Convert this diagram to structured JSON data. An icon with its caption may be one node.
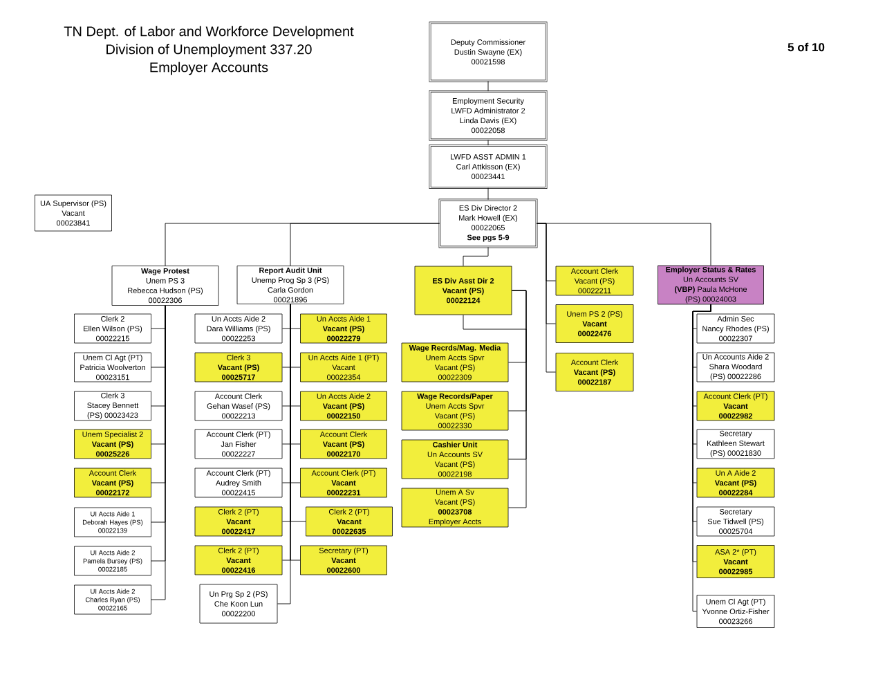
{
  "diagram": {
    "title": "TN Dept. of Labor and Workforce Development",
    "nodes": [
      {
        "text": [
          "Deputy Commissioner",
          "Dustin Swayne (EX)",
          "00021598"
        ]
      },
      {
        "text": [
          "Employment Security",
          "LWFD Administrator 2",
          "Linda Davis (EX)",
          "00022058"
        ]
      },
      {
        "text": [
          "LWFD ASST ADMIN 1",
          "Carl Attkisson (EX)",
          "00023441"
        ]
      },
      {
        "text": [
          "ES Div Director 2",
          "Mark Howell (EX)",
          "00022065",
          "See pgs 5-9"
        ]
      },
      {
        "text": [
          "UA Supervisor (PS)",
          "Vacant",
          "00023841"
        ]
      },
      {
        "text": [
          "Wage Protest",
          "Unem PS 3",
          "Rebecca Hudson (PS)",
          "00022306"
        ]
      },
      {
        "text": [
          "Report Audit Unit",
          "Unemp Prog Sp 3 (PS)",
          "Carla Gordon",
          "00021896"
        ]
      },
      {
        "text": [
          "ES Div Asst Dir 2",
          "Vacant (PS)",
          "00022124"
        ]
      },
      {
        "text": [
          "Account Clerk",
          "Vacant (PS)",
          "00022211"
        ]
      },
      {
        "text": [
          "Unem PS 2 (PS)",
          "Vacant",
          "00022476"
        ]
      },
      {
        "text": [
          "Account Clerk",
          "Vacant (PS)",
          "00022187"
        ]
      },
      {
        "text": [
          "Employer Status & Rates",
          "Un Accounts SV",
          "**(VBP)** Paula McHone",
          "(PS) 00024003"
        ]
      },
      {
        "text": [
          "Clerk 2",
          "Ellen Wilson (PS)",
          "00022215"
        ]
      },
      {
        "text": [
          "Unem Cl Agt (PT)",
          "Patricia Woolverton",
          "00023151"
        ]
      },
      {
        "text": [
          "Clerk 3",
          "Stacey Bennett",
          "(PS) 00023423"
        ]
      },
      {
        "text": [
          "Unem Specialist 2",
          "Vacant (PS)",
          "00025226"
        ]
      },
      {
        "text": [
          "Account Clerk",
          "Vacant (PS)",
          "00022172"
        ]
      },
      {
        "text": [
          "UI Accts Aide 1",
          "Deborah Hayes (PS)",
          "00022139"
        ]
      },
      {
        "text": [
          "UI Accts Aide 2",
          "Pamela Bursey (PS)",
          "00022185"
        ]
      },
      {
        "text": [
          "UI Accts Aide 2",
          "Charles Ryan (PS)",
          "00022165"
        ]
      },
      {
        "text": [
          "Un Accts Aide 2",
          "Dara Williams (PS)",
          "00022253"
        ]
      },
      {
        "text": [
          "Un Accts Aide 1",
          "Vacant (PS)",
          "00022279"
        ]
      },
      {
        "text": [
          "Clerk 3",
          "Vacant (PS)",
          "00025717"
        ]
      },
      {
        "text": [
          "Un Accts Aide 1 (PT)",
          "Vacant",
          "00022354"
        ]
      },
      {
        "text": [
          "Account Clerk",
          "Gehan Wasef (PS)",
          "00022213"
        ]
      },
      {
        "text": [
          "Un Accts Aide 2",
          "Vacant (PS)",
          "00022150"
        ]
      },
      {
        "text": [
          "Account Clerk (PT)",
          "Jan Fisher",
          "00022227"
        ]
      },
      {
        "text": [
          "Account Clerk",
          "Vacant (PS)",
          "00022170"
        ]
      },
      {
        "text": [
          "Account Clerk (PT)",
          "Audrey Smith",
          "00022415"
        ]
      },
      {
        "text": [
          "Account Clerk (PT)",
          "Vacant",
          "00022231"
        ]
      },
      {
        "text": [
          "Clerk 2 (PT)",
          "Vacant",
          "00022417"
        ]
      },
      {
        "text": [
          "Clerk 2 (PT)",
          "Vacant",
          "00022635"
        ]
      },
      {
        "text": [
          "Clerk 2 (PT)",
          "Vacant",
          "00022416"
        ]
      },
      {
        "text": [
          "Secretary (PT)",
          "Vacant",
          "00022600"
        ]
      },
      {
        "text": [
          "Un Prg Sp 2 (PS)",
          "Che Koon Lun",
          "00022200"
        ]
      },
      {
        "text": [
          "Wage Recrds/Mag. Media",
          "Unem Accts Spvr",
          "Vacant (PS)",
          "00022309"
        ]
      },
      {
        "text": [
          "Wage Records/Paper",
          "Unem Accts Spvr",
          "Vacant (PS)",
          "00022330"
        ]
      },
      {
        "text": [
          "Cashier Unit",
          "Un Accounts SV",
          "Vacant (PS)",
          "00022198"
        ]
      },
      {
        "text": [
          "Unem A Sv",
          "Vacant (PS)",
          "00023708",
          "Employer Accts"
        ]
      },
      {
        "text": [
          "Admin Sec",
          "Nancy Rhodes (PS)",
          "00022307"
        ]
      },
      {
        "text": [
          "Un Accounts Aide 2",
          "Shara Woodard",
          "(PS) 00022286"
        ]
      },
      {
        "text": [
          "Account Clerk (PT)",
          "Vacant",
          "00022982"
        ]
      },
      {
        "text": [
          "Secretary",
          "Kathleen Stewart",
          "(PS) 00021830"
        ]
      },
      {
        "text": [
          "Un A Aide 2",
          "Vacant (PS)",
          "00022284"
        ]
      },
      {
        "text": [
          "Secretary",
          "Sue Tidwell (PS)",
          "00025704"
        ]
      },
      {
        "text": [
          "ASA 2* (PT)",
          "Vacant",
          "00022985"
        ]
      },
      {
        "text": [
          "Unem Cl Agt (PT)",
          "Yvonne Ortiz-Fisher",
          "00023266"
        ]
      }
    ],
    "edges": [
      {
        "from": 0,
        "to": 1,
        "arrow": "none"
      },
      {
        "from": 1,
        "to": 2,
        "arrow": "none"
      },
      {
        "from": 2,
        "to": 3,
        "arrow": "none"
      },
      {
        "from": 3,
        "to": 5,
        "arrow": "none"
      },
      {
        "from": 3,
        "to": 6,
        "arrow": "none"
      },
      {
        "from": 3,
        "to": 7,
        "arrow": "none"
      },
      {
        "from": 3,
        "to": 8,
        "arrow": "none"
      },
      {
        "from": 3,
        "to": 9,
        "arrow": "none"
      },
      {
        "from": 3,
        "to": 10,
        "arrow": "none"
      },
      {
        "from": 3,
        "to": 11,
        "arrow": "none"
      },
      {
        "from": 5,
        "to": 12,
        "arrow": "none"
      },
      {
        "from": 5,
        "to": 13,
        "arrow": "none"
      },
      {
        "from": 5,
        "to": 14,
        "arrow": "none"
      },
      {
        "from": 5,
        "to": 15,
        "arrow": "none"
      },
      {
        "from": 5,
        "to": 16,
        "arrow": "none"
      },
      {
        "from": 5,
        "to": 17,
        "arrow": "none"
      },
      {
        "from": 5,
        "to": 18,
        "arrow": "none"
      },
      {
        "from": 5,
        "to": 19,
        "arrow": "none"
      },
      {
        "from": 6,
        "to": 20,
        "arrow": "none"
      },
      {
        "from": 6,
        "to": 21,
        "arrow": "none"
      },
      {
        "from": 6,
        "to": 22,
        "arrow": "none"
      },
      {
        "from": 6,
        "to": 23,
        "arrow": "none"
      },
      {
        "from": 6,
        "to": 24,
        "arrow": "none"
      },
      {
        "from": 6,
        "to": 25,
        "arrow": "none"
      },
      {
        "from": 6,
        "to": 26,
        "arrow": "none"
      },
      {
        "from": 6,
        "to": 27,
        "arrow": "none"
      },
      {
        "from": 6,
        "to": 28,
        "arrow": "none"
      },
      {
        "from": 6,
        "to": 29,
        "arrow": "none"
      },
      {
        "from": 6,
        "to": 30,
        "arrow": "none"
      },
      {
        "from": 6,
        "to": 31,
        "arrow": "none"
      },
      {
        "from": 6,
        "to": 32,
        "arrow": "none"
      },
      {
        "from": 6,
        "to": 33,
        "arrow": "none"
      },
      {
        "from": 6,
        "to": 34,
        "arrow": "none"
      },
      {
        "from": 7,
        "to": 35,
        "arrow": "none"
      },
      {
        "from": 7,
        "to": 36,
        "arrow": "none"
      },
      {
        "from": 7,
        "to": 37,
        "arrow": "none"
      },
      {
        "from": 7,
        "to": 38,
        "arrow": "none"
      },
      {
        "from": 11,
        "to": 39,
        "arrow": "none"
      },
      {
        "from": 11,
        "to": 40,
        "arrow": "none"
      },
      {
        "from": 11,
        "to": 41,
        "arrow": "none"
      },
      {
        "from": 11,
        "to": 42,
        "arrow": "none"
      },
      {
        "from": 11,
        "to": 43,
        "arrow": "none"
      },
      {
        "from": 11,
        "to": 44,
        "arrow": "none"
      },
      {
        "from": 11,
        "to": 45,
        "arrow": "none"
      },
      {
        "from": 11,
        "to": 46,
        "arrow": "none"
      }
    ],
    "labels": [
      "Division of Unemployment 337.20",
      "Employer Accounts",
      "5 of 10"
    ]
  }
}
